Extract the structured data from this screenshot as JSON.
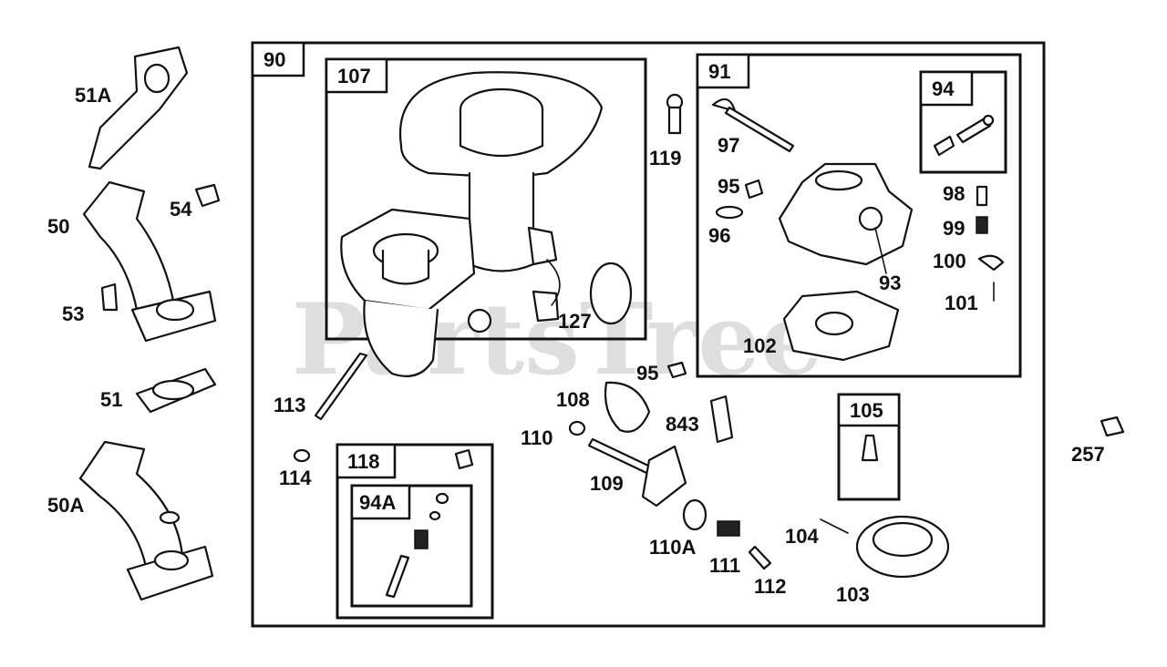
{
  "watermark": "PartsTree",
  "boxes": {
    "b90": "90",
    "b107": "107",
    "b91": "91",
    "b94": "94",
    "b105": "105",
    "b118": "118",
    "b94a": "94A"
  },
  "labels": {
    "l51a": "51A",
    "l54": "54",
    "l50": "50",
    "l53": "53",
    "l51": "51",
    "l50a": "50A",
    "l119": "119",
    "l97": "97",
    "l95a": "95",
    "l96": "96",
    "l93": "93",
    "l98": "98",
    "l99": "99",
    "l100": "100",
    "l101": "101",
    "l102": "102",
    "l127": "127",
    "l95b": "95",
    "l108": "108",
    "l843": "843",
    "l110": "110",
    "l113": "113",
    "l114": "114",
    "l109": "109",
    "l110a": "110A",
    "l111": "111",
    "l112": "112",
    "l104": "104",
    "l103": "103",
    "l257": "257"
  }
}
